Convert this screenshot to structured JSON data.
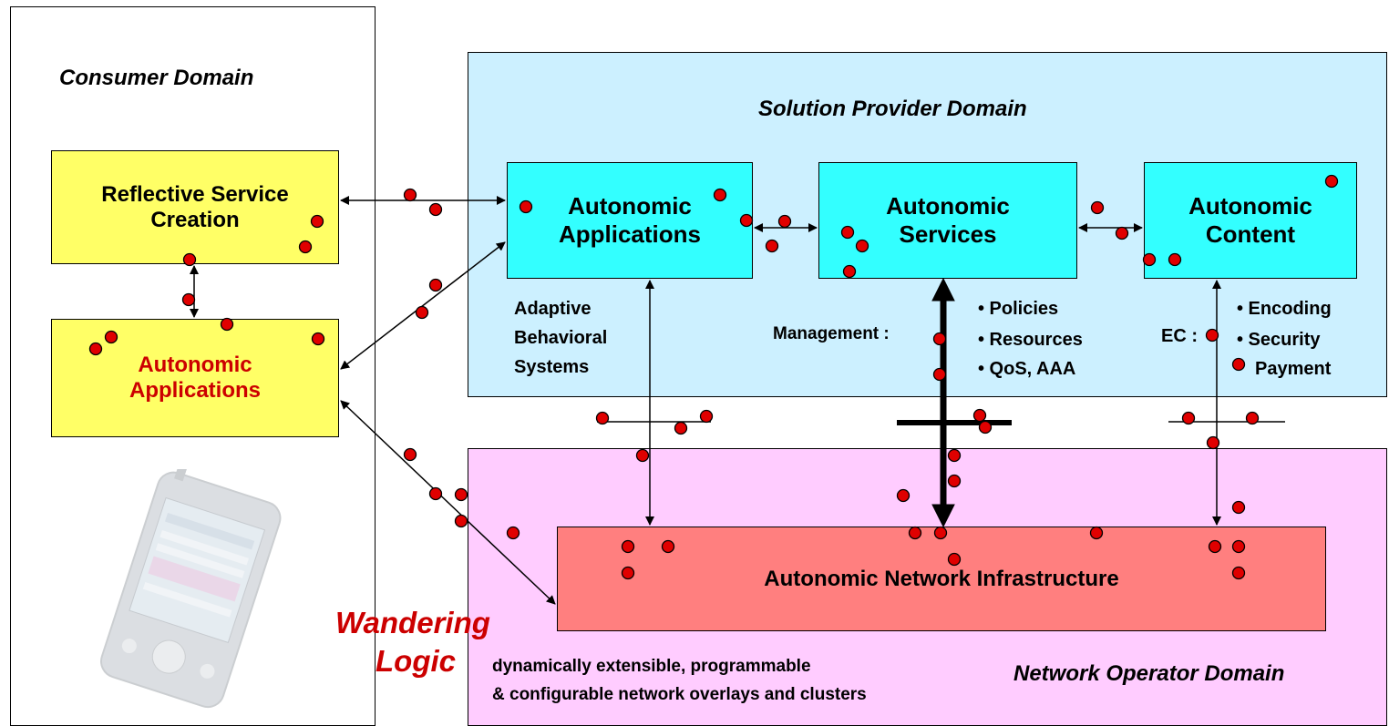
{
  "domains": {
    "consumer": "Consumer Domain",
    "solution_provider": "Solution Provider Domain",
    "network_operator": "Network Operator Domain"
  },
  "boxes": {
    "reflective_service_creation": "Reflective Service Creation",
    "consumer_autonomic_applications": "Autonomic Applications",
    "autonomic_applications": "Autonomic Applications",
    "autonomic_services": "Autonomic Services",
    "autonomic_content": "Autonomic Content",
    "autonomic_network_infrastructure": "Autonomic Network Infrastructure"
  },
  "labels": {
    "adaptive": [
      "Adaptive",
      "Behavioral",
      "Systems"
    ],
    "management": "Management :",
    "management_items": [
      "• Policies",
      "• Resources",
      "• QoS, AAA"
    ],
    "ec": "EC :",
    "ec_items": [
      "• Encoding",
      "• Security",
      "Payment"
    ],
    "wandering": "Wandering",
    "logic": "Logic",
    "overlay_line1": "dynamically extensible, programmable",
    "overlay_line2": "& configurable network overlays and clusters"
  },
  "colors": {
    "solution_provider_bg": "#ccf0ff",
    "network_operator_bg": "#ffccff",
    "box_yellow": "#ffff66",
    "box_cyan": "#33ffff",
    "box_red": "#ff7f7f",
    "dot_red": "#e00000",
    "domain_title_blue": "#1f3d99",
    "wandering_red": "#cc0000"
  }
}
